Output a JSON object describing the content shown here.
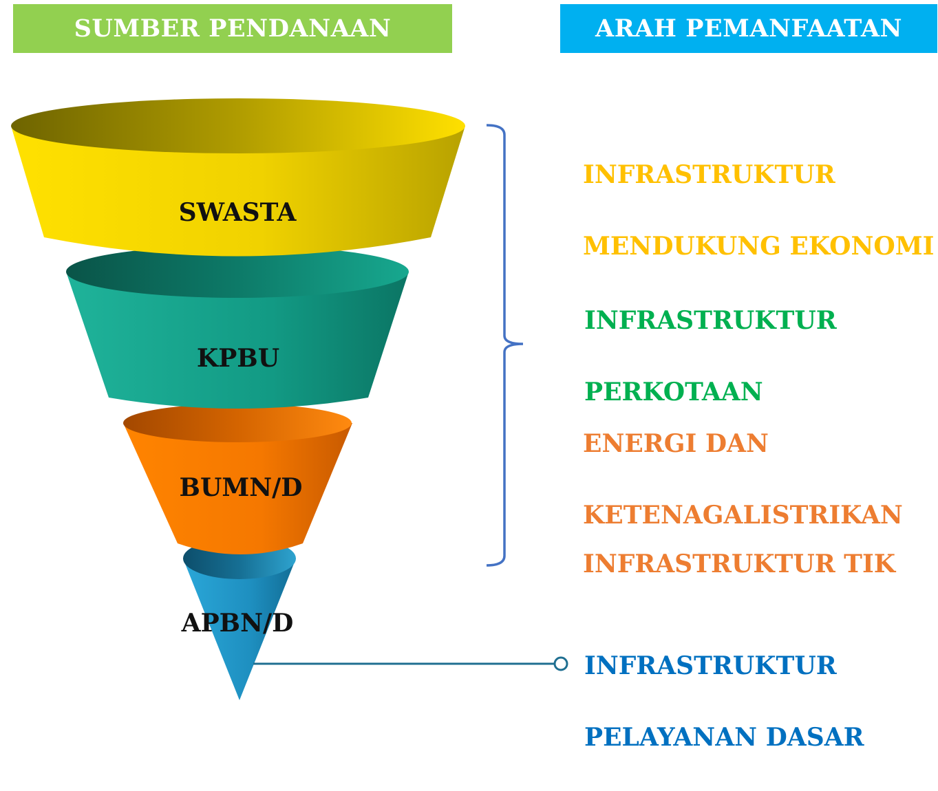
{
  "headers": {
    "left": "SUMBER PENDANAAN",
    "right": "ARAH PEMANFAATAN"
  },
  "funnel": [
    {
      "label": "SWASTA",
      "color": "#f5d800"
    },
    {
      "label": "KPBU",
      "color": "#15a08a"
    },
    {
      "label": "BUMN/D",
      "color": "#f97a00"
    },
    {
      "label": "APBN/D",
      "color": "#1e94c4"
    }
  ],
  "uses": [
    {
      "line1": "INFRASTRUKTUR",
      "line2": "MENDUKUNG EKONOMI",
      "color": "#ffc000"
    },
    {
      "line1": "INFRASTRUKTUR",
      "line2": "PERKOTAAN",
      "color": "#00b050"
    },
    {
      "line1": "ENERGI DAN",
      "line2": "KETENAGALISTRIKAN",
      "color": "#ed7d31"
    },
    {
      "line1": "INFRASTRUKTUR TIK",
      "line2": "",
      "color": "#ed7d31"
    },
    {
      "line1": "INFRASTRUKTUR",
      "line2": "PELAYANAN DASAR",
      "color": "#0070c0"
    }
  ]
}
